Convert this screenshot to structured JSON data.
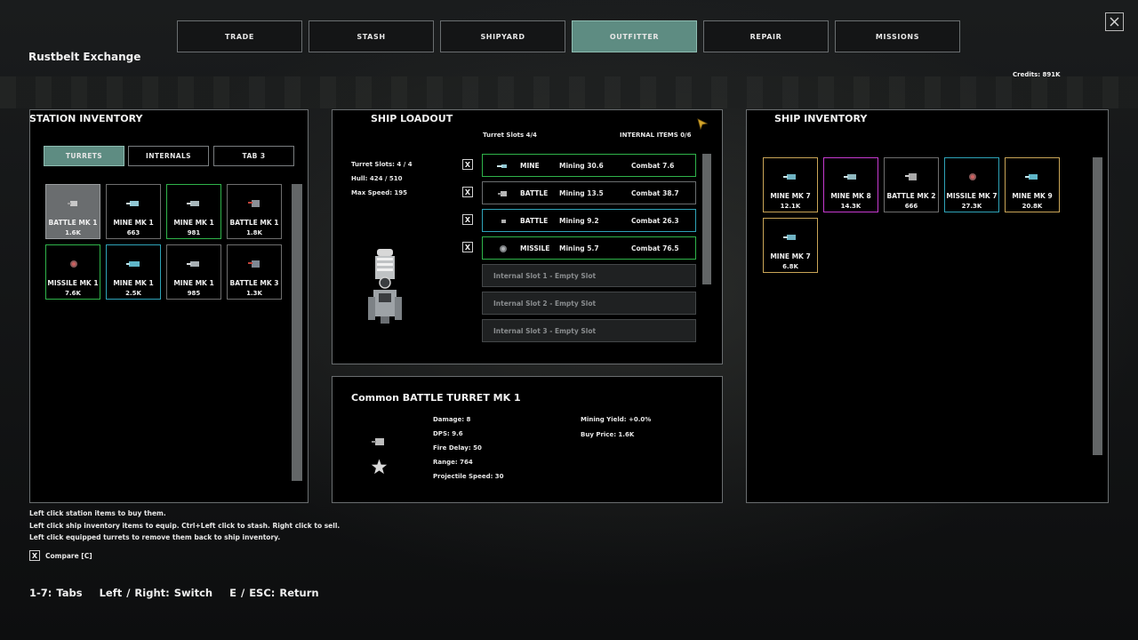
{
  "top_tabs": [
    {
      "label": "TRADE",
      "active": false
    },
    {
      "label": "STASH",
      "active": false
    },
    {
      "label": "SHIPYARD",
      "active": false
    },
    {
      "label": "OUTFITTER",
      "active": true
    },
    {
      "label": "REPAIR",
      "active": false
    },
    {
      "label": "MISSIONS",
      "active": false
    }
  ],
  "close_label": "✕",
  "station_name": "Rustbelt Exchange",
  "credits": "Credits: 891K",
  "station_inventory": {
    "title": "STATION INVENTORY",
    "tabs": [
      {
        "label": "TURRETS",
        "active": true
      },
      {
        "label": "INTERNALS",
        "active": false
      },
      {
        "label": "TAB 3",
        "active": false
      }
    ],
    "items": [
      {
        "name": "BATTLE MK 1",
        "price": "1.6K",
        "icon": "battle-turret-icon",
        "rarity": "selected"
      },
      {
        "name": "MINE MK 1",
        "price": "663",
        "icon": "mining-turret-icon",
        "rarity": "common"
      },
      {
        "name": "MINE MK 1",
        "price": "981",
        "icon": "mining-turret-icon",
        "rarity": "uncommon"
      },
      {
        "name": "BATTLE MK 1",
        "price": "1.8K",
        "icon": "battle-turret-icon",
        "rarity": "common"
      },
      {
        "name": "MISSILE MK 1",
        "price": "7.6K",
        "icon": "missile-turret-icon",
        "rarity": "uncommon"
      },
      {
        "name": "MINE MK 1",
        "price": "2.5K",
        "icon": "mining-turret-icon",
        "rarity": "rare"
      },
      {
        "name": "MINE MK 1",
        "price": "985",
        "icon": "mining-turret-icon",
        "rarity": "common"
      },
      {
        "name": "BATTLE MK 3",
        "price": "1.3K",
        "icon": "battle-turret-icon",
        "rarity": "common"
      }
    ]
  },
  "ship_loadout": {
    "title": "SHIP LOADOUT",
    "turret_slots_header": "Turret Slots  4/4",
    "internal_items_header": "INTERNAL ITEMS  0/6",
    "stats": [
      "Turret Slots: 4 / 4",
      "Hull: 424 / 510",
      "Max Speed: 195"
    ],
    "turrets": [
      {
        "type": "MINE",
        "mining": "Mining 30.6",
        "combat": "Combat 7.6",
        "rarity": "uncommon",
        "icon": "mining-turret-icon"
      },
      {
        "type": "BATTLE",
        "mining": "Mining 13.5",
        "combat": "Combat 38.7",
        "rarity": "common",
        "icon": "battle-turret-icon"
      },
      {
        "type": "BATTLE",
        "mining": "Mining 9.2",
        "combat": "Combat 26.3",
        "rarity": "rare",
        "icon": "battle-turret-icon"
      },
      {
        "type": "MISSILE",
        "mining": "Mining 5.7",
        "combat": "Combat 76.5",
        "rarity": "uncommon",
        "icon": "missile-turret-icon"
      }
    ],
    "remove_label": "X",
    "internal_slots": [
      "Internal Slot 1 - Empty Slot",
      "Internal Slot 2 - Empty Slot",
      "Internal Slot 3 - Empty Slot"
    ]
  },
  "details": {
    "title": "Common BATTLE TURRET MK 1",
    "left_stats": [
      "Damage: 8",
      "DPS: 9.6",
      "Fire Delay: 50",
      "Range: 764",
      "Projectile Speed: 30"
    ],
    "right_stats": [
      "Mining Yield: +0.0%",
      "Buy Price: 1.6K"
    ],
    "rarity_icon": "star-icon"
  },
  "ship_inventory": {
    "title": "SHIP INVENTORY",
    "items": [
      {
        "name": "MINE MK 7",
        "price": "12.1K",
        "icon": "mining-turret-icon",
        "rarity": "legendary"
      },
      {
        "name": "MINE MK 8",
        "price": "14.3K",
        "icon": "mining-turret-icon",
        "rarity": "epic"
      },
      {
        "name": "BATTLE MK 2",
        "price": "666",
        "icon": "battle-turret-icon",
        "rarity": "common"
      },
      {
        "name": "MISSILE MK 7",
        "price": "27.3K",
        "icon": "missile-turret-icon",
        "rarity": "rare"
      },
      {
        "name": "MINE MK 9",
        "price": "20.8K",
        "icon": "mining-turret-icon",
        "rarity": "legendary"
      },
      {
        "name": "MINE MK 7",
        "price": "6.8K",
        "icon": "mining-turret-icon",
        "rarity": "legendary"
      }
    ]
  },
  "help": [
    "Left click station items to buy them.",
    "Left click ship inventory items to equip. Ctrl+Left click to stash. Right click to sell.",
    "Left click equipped turrets to remove them back to ship inventory."
  ],
  "compare": {
    "label": "Compare  [C]",
    "checked": true,
    "mark": "X"
  },
  "key_hints": [
    "1-7: Tabs",
    "Left / Right: Switch",
    "E / ESC: Return"
  ],
  "colors": {
    "accent_teal": "#5e8c82",
    "uncommon_green": "#2fb34a",
    "rare_cyan": "#2ea3b8",
    "legendary_gold": "#c9a557",
    "epic_magenta": "#c63ad0",
    "cursor_gold": "#d4a52a"
  }
}
